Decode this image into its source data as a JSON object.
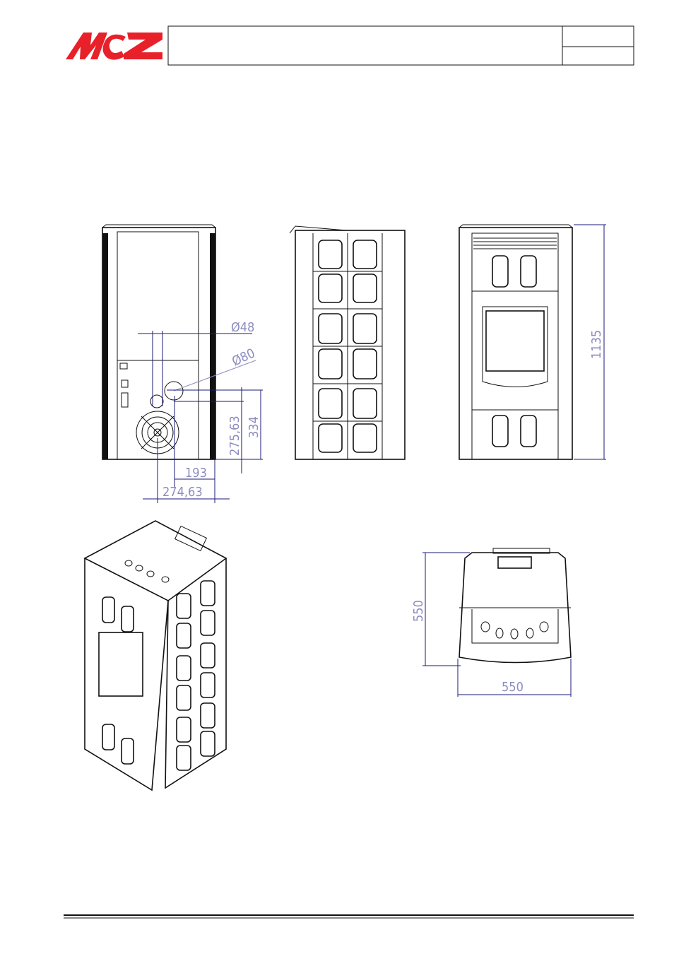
{
  "header": {
    "logo_text": "MCZ",
    "brand_color": "#e8202a",
    "title": "",
    "code_top": "",
    "code_bottom": ""
  },
  "drawings": {
    "rear_view": {
      "flue_diameter": "Ø48",
      "intake_diameter": "Ø80",
      "height_small": "275,63",
      "height_large": "334",
      "width_small": "193",
      "width_large": "274,63"
    },
    "front_view": {
      "height": "1135"
    },
    "top_view": {
      "depth": "550",
      "width": "550"
    }
  },
  "colors": {
    "dimension_line": "#1a1a7a",
    "dimension_text": "#8c8cc0"
  }
}
